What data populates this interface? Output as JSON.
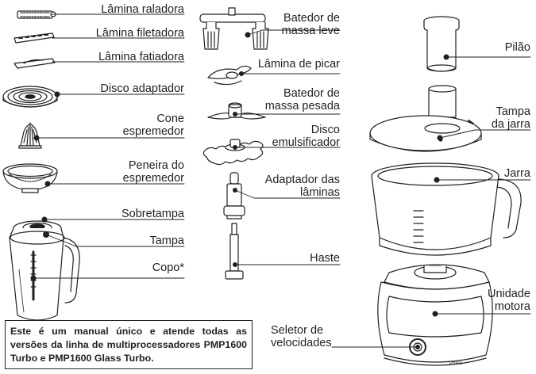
{
  "labels": {
    "lamina_raladora": "Lâmina raladora",
    "lamina_filetadora": "Lâmina filetadora",
    "lamina_fatiadora": "Lâmina fatiadora",
    "disco_adaptador": "Disco adaptador",
    "cone_espremedor": [
      "Cone",
      "espremedor"
    ],
    "peneira_espremedor": [
      "Peneira do",
      "espremedor"
    ],
    "sobretampa": "Sobretampa",
    "tampa": "Tampa",
    "copo": "Copo*",
    "batedor_massa_leve": [
      "Batedor de",
      "massa leve"
    ],
    "lamina_picar": "Lâmina de picar",
    "batedor_massa_pesada": [
      "Batedor de",
      "massa pesada"
    ],
    "disco_emulsificador": [
      "Disco",
      "emulsificador"
    ],
    "adaptador_laminas": [
      "Adaptador das",
      "lâminas"
    ],
    "haste": "Haste",
    "seletor_velocidades": [
      "Seletor de",
      "velocidades"
    ],
    "pilao": "Pilão",
    "tampa_jarra": [
      "Tampa",
      "da jarra"
    ],
    "jarra": "Jarra",
    "unidade_motora": [
      "Unidade",
      "motora"
    ]
  },
  "note": {
    "line1": "Este é um manual único e atende todas as",
    "line2": "versões da linha de multiprocessadores",
    "line3_prefix": "",
    "model_a": "PMP1600 Turbo",
    "connector": " e ",
    "model_b": "PMP1600 Glass Turbo",
    "end": "."
  },
  "brand_mark": "Philco"
}
